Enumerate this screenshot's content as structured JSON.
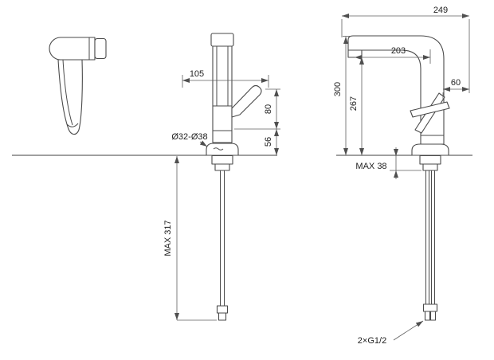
{
  "colors": {
    "background": "#ffffff",
    "part_line": "#4a4a4a",
    "dimension_line": "#5f5f5f",
    "text": "#222222"
  },
  "dimensions": {
    "front_spout_width": "105",
    "front_handle_height": "80",
    "front_base_height": "56",
    "mounting_hole": "Ø32-Ø38",
    "max_shank_length": "MAX 317",
    "side_total_reach": "249",
    "side_spout_reach": "203",
    "side_total_height": "300",
    "side_outlet_height": "267",
    "side_handle_offset": "60",
    "max_deck_thickness": "MAX 38",
    "hose_thread": "2×G1/2"
  }
}
